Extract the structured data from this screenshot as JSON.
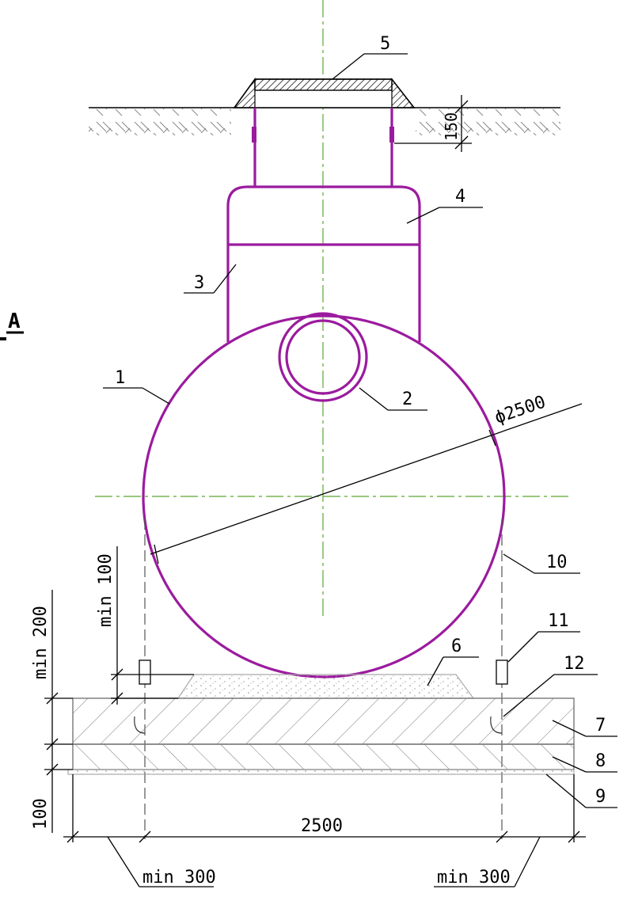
{
  "section_label": "A",
  "callouts": {
    "c1": "1",
    "c2": "2",
    "c3": "3",
    "c4": "4",
    "c5": "5",
    "c6": "6",
    "c7": "7",
    "c8": "8",
    "c9": "9",
    "c10": "10",
    "c11": "11",
    "c12": "12"
  },
  "dimensions": {
    "diameter": "ϕ2500",
    "neck_depth": "150",
    "sand_min": "min 100",
    "base_min": "min 200",
    "bottom_layer": "100",
    "width": "2500",
    "left_margin": "min 300",
    "right_margin": "min 300"
  },
  "colors": {
    "tank": "#9b1b9e",
    "axis": "#5aa832"
  }
}
